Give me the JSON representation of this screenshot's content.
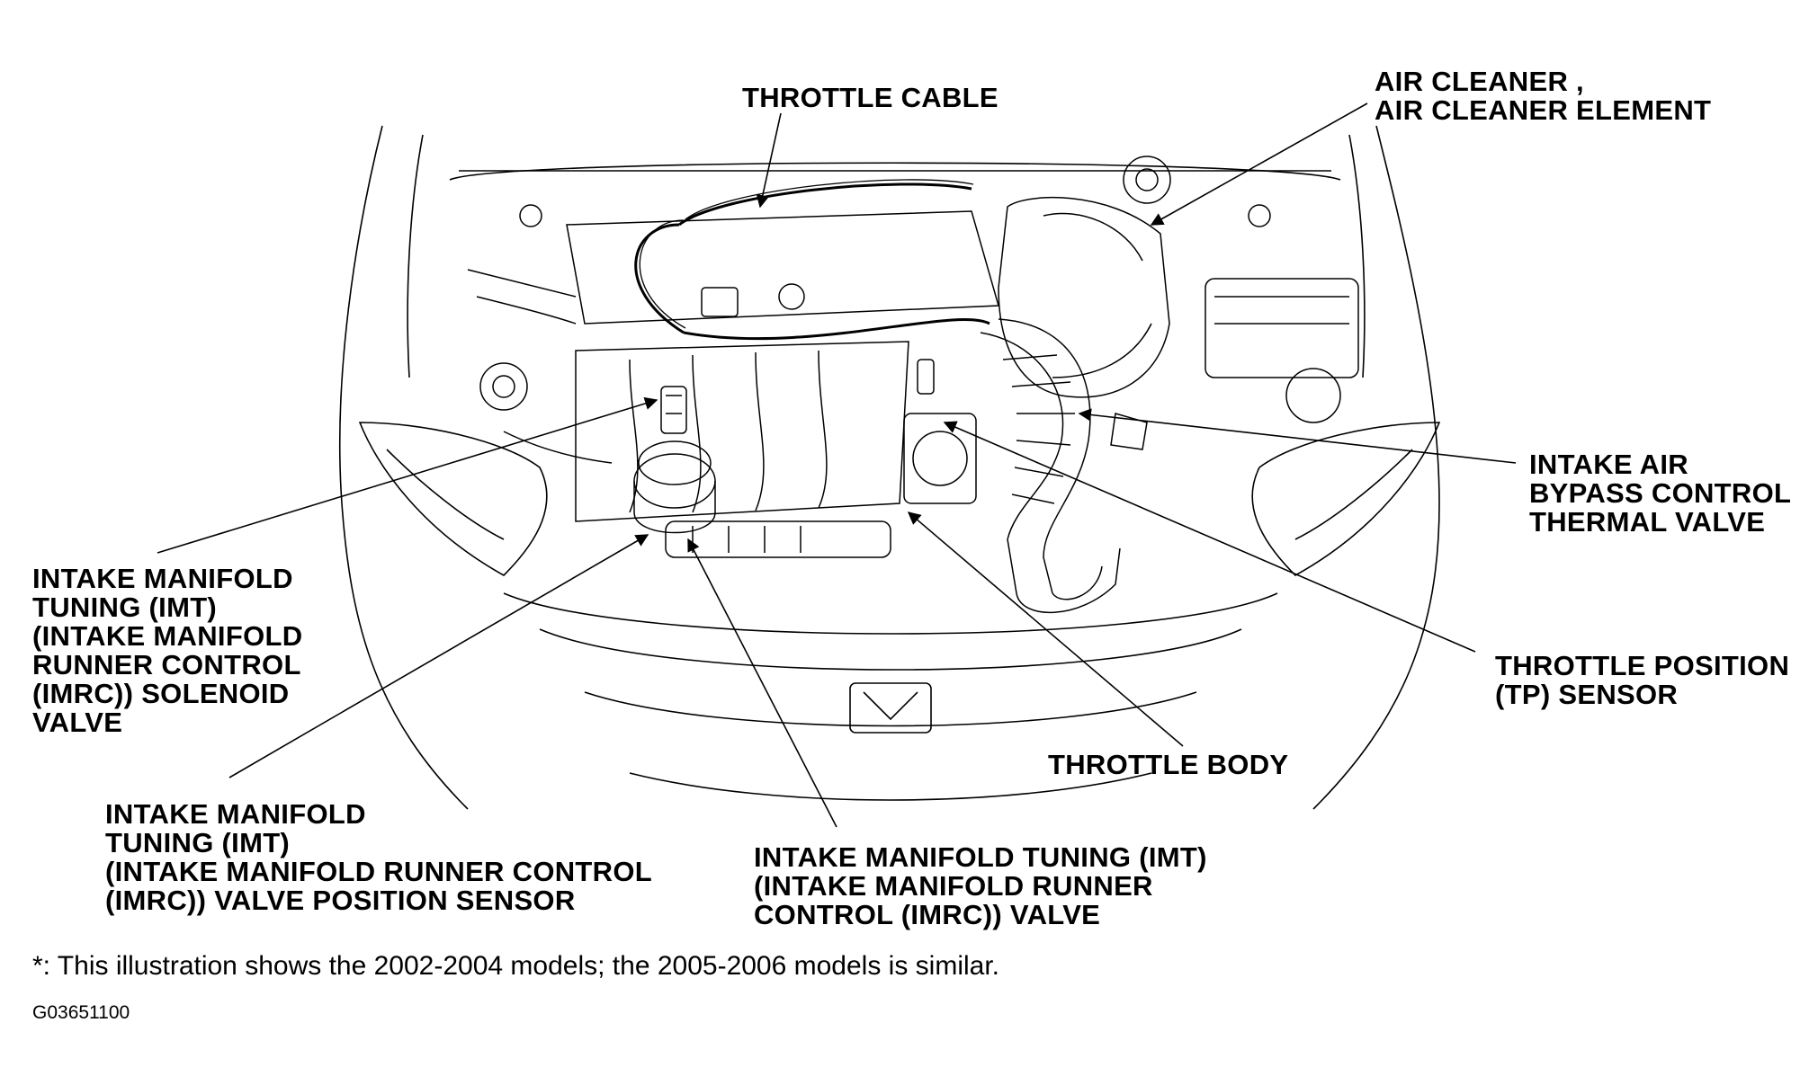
{
  "callouts": {
    "throttle_cable": [
      "THROTTLE CABLE"
    ],
    "air_cleaner": [
      "AIR CLEANER ,",
      "AIR CLEANER ELEMENT"
    ],
    "bypass_valve": [
      "INTAKE AIR",
      "BYPASS CONTROL",
      "THERMAL VALVE"
    ],
    "tp_sensor": [
      "THROTTLE POSITION",
      "(TP) SENSOR"
    ],
    "throttle_body": [
      "THROTTLE BODY"
    ],
    "imt_solenoid": [
      "INTAKE MANIFOLD",
      "TUNING (IMT)",
      "(INTAKE MANIFOLD",
      "RUNNER CONTROL",
      "(IMRC)) SOLENOID",
      "VALVE"
    ],
    "imt_position_sensor": [
      "INTAKE MANIFOLD",
      "TUNING (IMT)",
      "(INTAKE MANIFOLD RUNNER CONTROL",
      "(IMRC)) VALVE POSITION SENSOR"
    ],
    "imt_valve": [
      "INTAKE MANIFOLD TUNING (IMT)",
      "(INTAKE MANIFOLD RUNNER",
      "CONTROL (IMRC)) VALVE"
    ]
  },
  "footnote": "*: This illustration shows the 2002-2004 models; the 2005-2006 models is similar.",
  "figure_id": "G03651100"
}
